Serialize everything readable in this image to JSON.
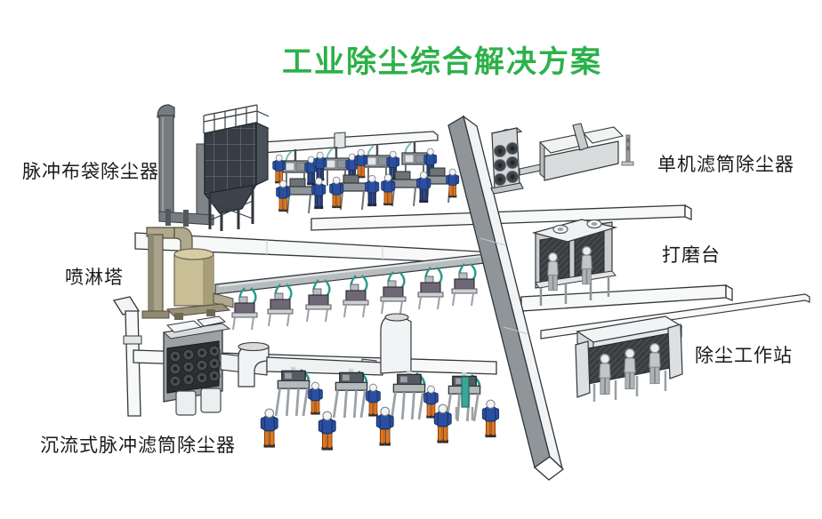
{
  "title": {
    "text": "工业除尘综合解决方案"
  },
  "equipment_labels": {
    "pulse_bag_collector": "脉冲布袋除尘器",
    "spray_tower": "喷淋塔",
    "sink_flow_cartridge_collector": "沉流式脉冲滤筒除尘器",
    "single_unit_cartridge_collector": "单机滤筒除尘器",
    "grinding_table": "打磨台",
    "dust_removal_workstation": "除尘工作站"
  },
  "colors": {
    "title_green": "#2cb14a",
    "label_black": "#1a1a1a",
    "worker_jacket_blue": "#2a4fa0",
    "worker_pants_orange": "#e0761f",
    "hose_teal": "#2a9a8b",
    "duct_white": "#f7f8f8",
    "baghouse_dark": "#363d44",
    "spray_tower_tan": "#c8bf97"
  }
}
